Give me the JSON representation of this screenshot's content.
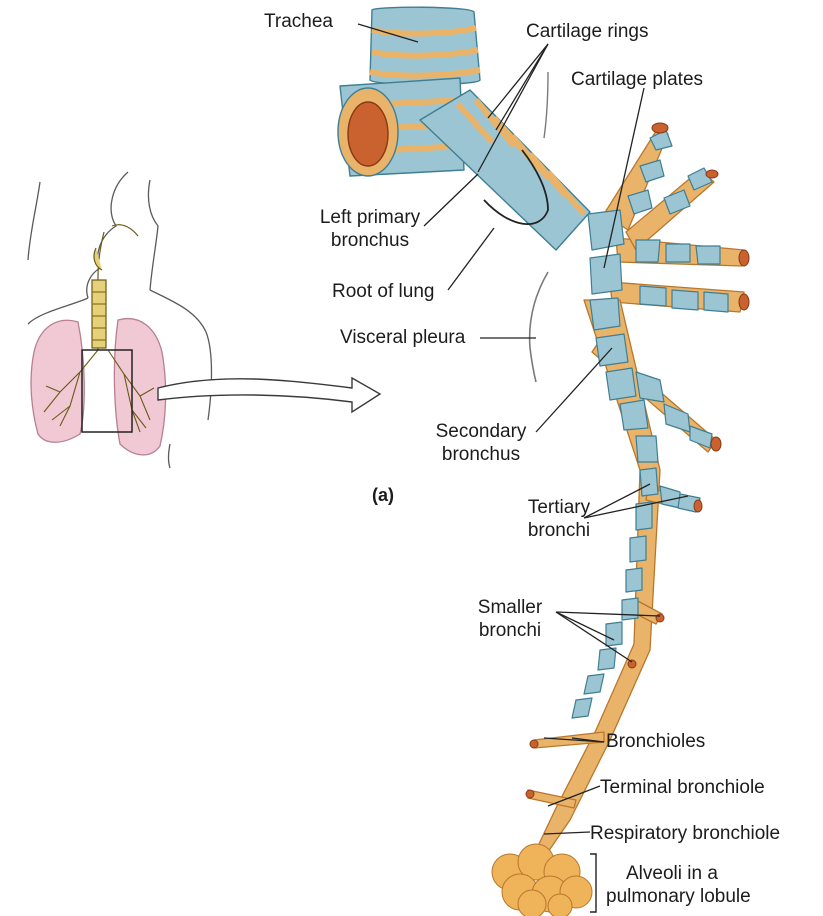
{
  "figure": {
    "part_label": "(a)",
    "colors": {
      "cartilage": "#9cc5d4",
      "cartilage_edge": "#3f7e93",
      "tissue": "#e9b46a",
      "tissue_edge": "#b9772c",
      "lung": "#f0c9d4",
      "lung_edge": "#b77f93",
      "outline": "#5a5a5a",
      "alveoli": "#efb35a"
    },
    "labels": {
      "trachea": "Trachea",
      "cartilage_rings": "Cartilage rings",
      "cartilage_plates": "Cartilage plates",
      "left_primary_bronchus": [
        "Left primary",
        "bronchus"
      ],
      "root_of_lung": "Root of lung",
      "visceral_pleura": "Visceral pleura",
      "secondary_bronchus": [
        "Secondary",
        "bronchus"
      ],
      "tertiary_bronchi": [
        "Tertiary",
        "bronchi"
      ],
      "smaller_bronchi": [
        "Smaller",
        "bronchi"
      ],
      "bronchioles": "Bronchioles",
      "terminal_bronchiole": "Terminal  bronchiole",
      "respiratory_bronchiole": "Respiratory bronchiole",
      "alveoli": [
        "Alveoli in a",
        "pulmonary lobule"
      ]
    }
  }
}
